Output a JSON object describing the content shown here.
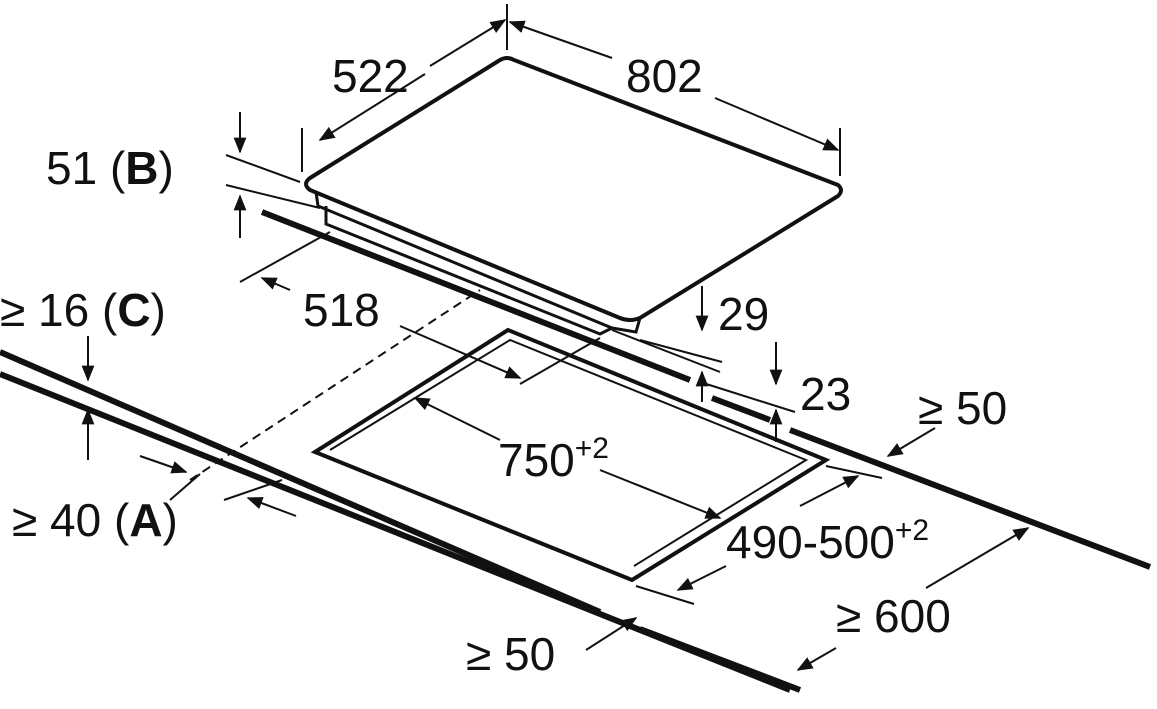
{
  "colors": {
    "ink": "#111111",
    "background": "#ffffff"
  },
  "labels": {
    "hob_depth": "522",
    "hob_width": "802",
    "hob_height": "51",
    "hob_height_ref": "B",
    "inner_depth": "518",
    "frame_height": "29",
    "recess_depth": "23",
    "min_worktop_thickness": "≥ 16",
    "min_worktop_thickness_ref": "C",
    "min_front_distance": "≥ 40",
    "min_front_distance_ref": "A",
    "cutout_width": "750",
    "cutout_width_tol": "+2",
    "cutout_depth": "490-500",
    "cutout_depth_tol": "+2",
    "min_side_distance": "≥ 50",
    "min_rear_distance": "≥ 50",
    "min_worktop_depth": "≥ 600"
  }
}
